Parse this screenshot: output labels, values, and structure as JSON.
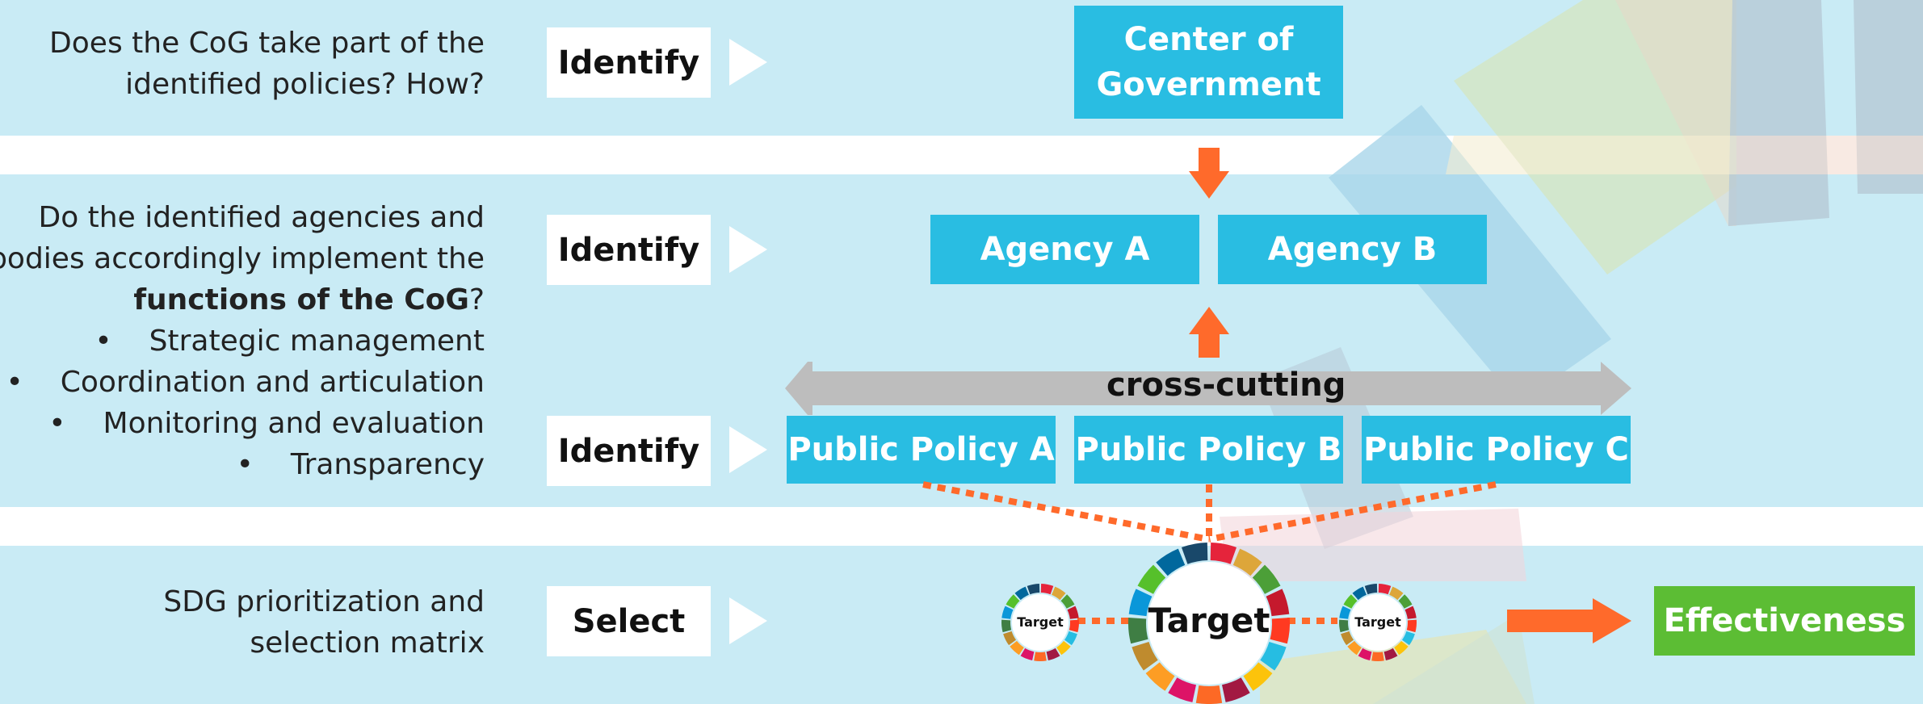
{
  "rows": [
    {
      "question_lines": [
        "Does the CoG take part of the",
        "identified policies? How?"
      ],
      "action": "Identify"
    },
    {
      "question_lines": [
        "Do the identified agencies and",
        "bodies accordingly implement the"
      ],
      "question_bold": "functions of the CoG",
      "question_bold_suffix": "?",
      "bullets": [
        "Strategic management",
        "Coordination and articulation",
        "Monitoring and evaluation",
        "Transparency"
      ],
      "action": "Identify"
    },
    {
      "action": "Identify"
    },
    {
      "question_lines": [
        "SDG prioritization and",
        "selection matrix"
      ],
      "action": "Select"
    }
  ],
  "bullet_glyph": "•",
  "center_of_government": "Center of Government",
  "agencies": [
    "Agency A",
    "Agency B"
  ],
  "cross_cutting_label": "cross-cutting",
  "policies": [
    "Public Policy A",
    "Public Policy B",
    "Public Policy C"
  ],
  "targets": {
    "main": "Target",
    "left": "Target",
    "right": "Target"
  },
  "effectiveness": "Effectiveness",
  "colors": {
    "band": "#c9ebf5",
    "box_blue": "#29bde2",
    "arrow_orange": "#ff6a2b",
    "cross_cutting_gray": "#bdbdbd",
    "effectiveness_green": "#5cbd34",
    "sdg_wheel": [
      "#e5243b",
      "#dda63a",
      "#4c9f38",
      "#c5192d",
      "#ff3a21",
      "#26bde2",
      "#fcc30b",
      "#a21942",
      "#fd6925",
      "#dd1367",
      "#fd9d24",
      "#bf8b2e",
      "#3f7e44",
      "#0a97d9",
      "#56c02b",
      "#00689d",
      "#19486a"
    ]
  }
}
